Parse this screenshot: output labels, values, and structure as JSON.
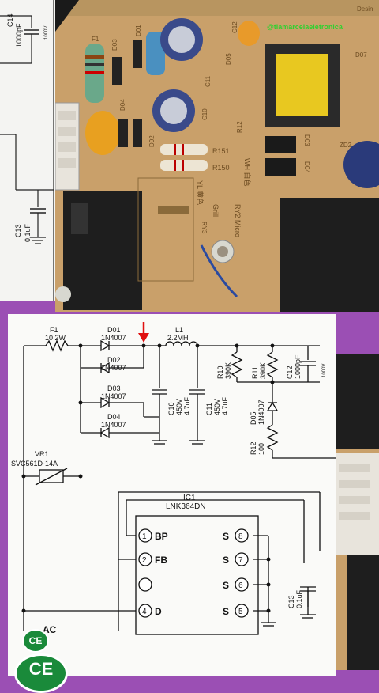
{
  "watermark": {
    "text": "@tiamarcelaeletronica"
  },
  "photo": {
    "labels": {
      "f1": "F1",
      "d03": "D03",
      "d01": "D01",
      "c12": "C12",
      "d05": "D05",
      "d07": "D07",
      "d04": "D04",
      "c11": "C11",
      "c10": "C10",
      "r12": "R12",
      "d02": "D02",
      "r151": "R151",
      "r150": "R150",
      "wh": "WH 白色",
      "yl": "YL 黄色",
      "grill": "Grill",
      "ry3": "RY3",
      "ry2": "RY2 Micro",
      "zd2": "ZD2",
      "d03b": "D03",
      "d04b": "D04",
      "desig": "Desin"
    }
  },
  "left_schematic": {
    "c14": "C14",
    "c14val": "1000pF",
    "c14v": "1000V",
    "c13": "C13",
    "c13val": "0.1uF"
  },
  "schematic": {
    "f1": "F1",
    "f1val": "10 2W",
    "d01": "D01",
    "d01val": "1N4007",
    "d02": "D02",
    "d02val": "1N4007",
    "d03": "D03",
    "d03val": "1N4007",
    "d04": "D04",
    "d04val": "1N4007",
    "l1": "L1",
    "l1val": "2.2MH",
    "c10": "C10",
    "c10v": "450V",
    "c10val": "4.7uF",
    "c11": "C11",
    "c11v": "450V",
    "c11val": "4.7uF",
    "r10": "R10",
    "r10val": "390K",
    "r11": "R11",
    "r11val": "390K",
    "c12": "C12",
    "c12val": "1000pF",
    "c12v": "1000V",
    "d05": "D05",
    "d05val": "1N4007",
    "r12": "R12",
    "r12val": "100",
    "vr1": "VR1",
    "vr1val": "SVC561D-14A",
    "ic1": "IC1",
    "ic1val": "LNK364DN",
    "pins": [
      "1",
      "2",
      "4",
      "8",
      "7",
      "6",
      "5"
    ],
    "pin_names": [
      "BP",
      "FB",
      "D",
      "S",
      "S",
      "S",
      "S"
    ],
    "c13": "C13",
    "c13val": "0.1uF",
    "ac": "AC"
  },
  "logo": {
    "text": "CE"
  },
  "colors": {
    "arrow": "#e01010",
    "watermark": "#2fd12f",
    "background": "#9b4fb4",
    "logo": "#1a8a3a"
  }
}
